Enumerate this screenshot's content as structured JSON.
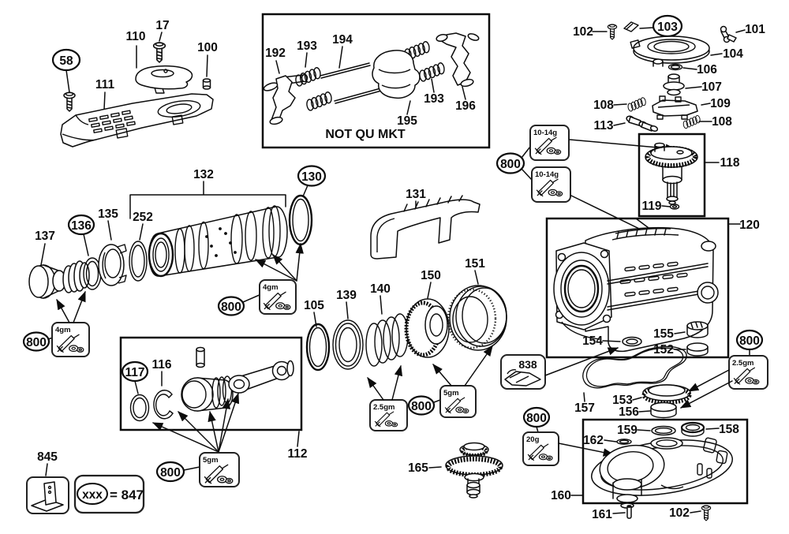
{
  "diagram": {
    "note": "NOT QU MKT",
    "legend": {
      "xxx": "xxx",
      "equals": "= 847"
    },
    "grease": {
      "g4": "4gm",
      "g5": "5gm",
      "g25": "2.5gm",
      "g1014": "10-14g",
      "g20": "20g"
    },
    "callouts": {
      "n17": "17",
      "n58": "58",
      "n100": "100",
      "n101": "101",
      "n102": "102",
      "n103": "103",
      "n104": "104",
      "n105": "105",
      "n106": "106",
      "n107": "107",
      "n108": "108",
      "n109": "109",
      "n110": "110",
      "n111": "111",
      "n112": "112",
      "n113": "113",
      "n116": "116",
      "n117": "117",
      "n118": "118",
      "n119": "119",
      "n120": "120",
      "n130": "130",
      "n131": "131",
      "n132": "132",
      "n135": "135",
      "n136": "136",
      "n137": "137",
      "n139": "139",
      "n140": "140",
      "n150": "150",
      "n151": "151",
      "n152": "152",
      "n153": "153",
      "n154": "154",
      "n155": "155",
      "n156": "156",
      "n157": "157",
      "n158": "158",
      "n159": "159",
      "n160": "160",
      "n161": "161",
      "n162": "162",
      "n165": "165",
      "n192": "192",
      "n193": "193",
      "n194": "194",
      "n195": "195",
      "n196": "196",
      "n252": "252",
      "n800": "800",
      "n838": "838",
      "n845": "845"
    }
  }
}
